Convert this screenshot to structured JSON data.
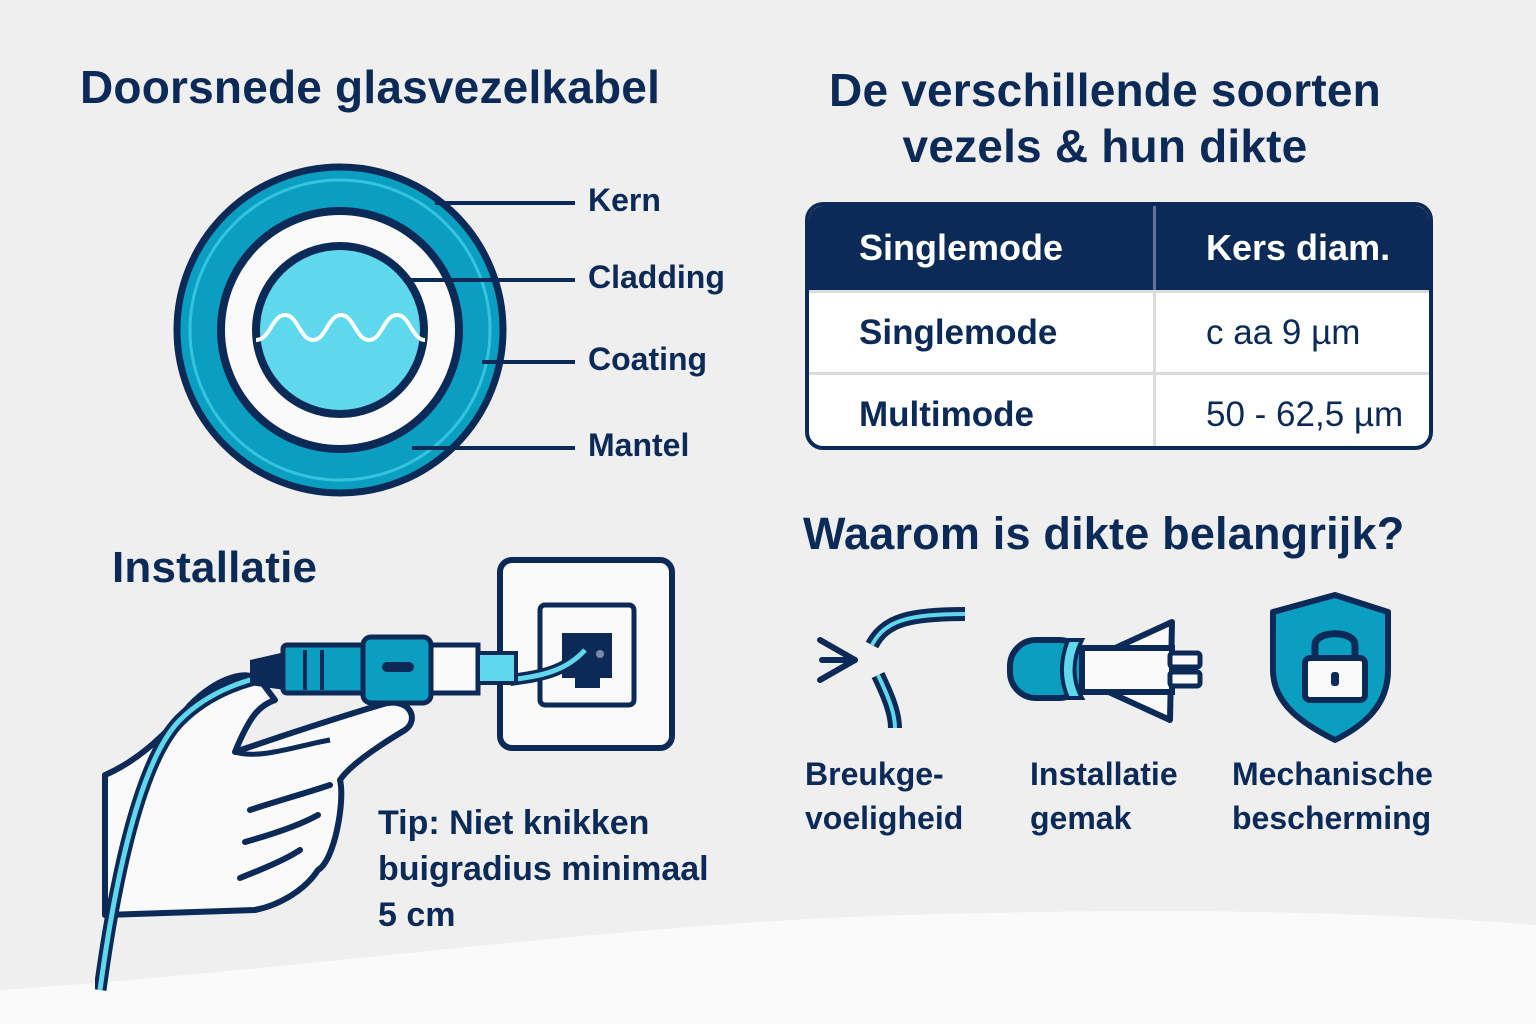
{
  "colors": {
    "navy": "#0c2a57",
    "teal": "#0a9fc0",
    "light_cyan": "#5fd8ee",
    "background": "#efefef",
    "white": "#ffffff"
  },
  "cross_section": {
    "title": "Doorsnede glasvezelkabel",
    "layers": [
      {
        "label": "Kern"
      },
      {
        "label": "Cladding"
      },
      {
        "label": "Coating"
      },
      {
        "label": "Mantel"
      }
    ]
  },
  "fiber_types": {
    "title_line1": "De verschillende soorten",
    "title_line2": "vezels & hun dikte",
    "table": {
      "headers": [
        "Singlemode",
        "Kers diam."
      ],
      "rows": [
        [
          "Singlemode",
          "c aa 9 µm"
        ],
        [
          "Multimode",
          "50 - 62,5 µm"
        ]
      ]
    }
  },
  "installation": {
    "title": "Installatie",
    "tip_line1": "Tip: Niet knikken",
    "tip_line2": "buigradius minimaal",
    "tip_line3": "5 cm"
  },
  "importance": {
    "title": "Waarom is dikte belangrijk?",
    "items": [
      {
        "icon": "broken-fiber-icon",
        "line1": "Breukge-",
        "line2": "voeligheid"
      },
      {
        "icon": "connector-icon",
        "line1": "Installatie",
        "line2": "gemak"
      },
      {
        "icon": "shield-lock-icon",
        "line1": "Mechanische",
        "line2": "bescherming"
      }
    ]
  }
}
